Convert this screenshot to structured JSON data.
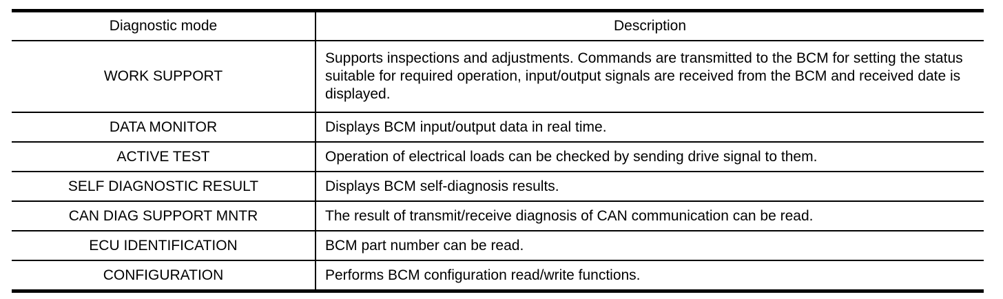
{
  "table": {
    "colors": {
      "border": "#000000",
      "text": "#000000",
      "background": "#ffffff"
    },
    "columns": {
      "mode_header": "Diagnostic mode",
      "description_header": "Description"
    },
    "rows": [
      {
        "mode": "WORK SUPPORT",
        "description": "Supports inspections and adjustments. Commands are transmitted to the BCM for setting the status suitable for required operation, input/output signals are received from the BCM and received date is displayed."
      },
      {
        "mode": "DATA MONITOR",
        "description": "Displays BCM input/output data in real time."
      },
      {
        "mode": "ACTIVE TEST",
        "description": "Operation of electrical loads can be checked by sending drive signal to them."
      },
      {
        "mode": "SELF DIAGNOSTIC RESULT",
        "description": "Displays BCM self-diagnosis results."
      },
      {
        "mode": "CAN DIAG SUPPORT MNTR",
        "description": "The result of transmit/receive diagnosis of CAN communication can be read."
      },
      {
        "mode": "ECU IDENTIFICATION",
        "description": "BCM part number can be read."
      },
      {
        "mode": "CONFIGURATION",
        "description": "Performs BCM configuration read/write functions."
      }
    ]
  }
}
